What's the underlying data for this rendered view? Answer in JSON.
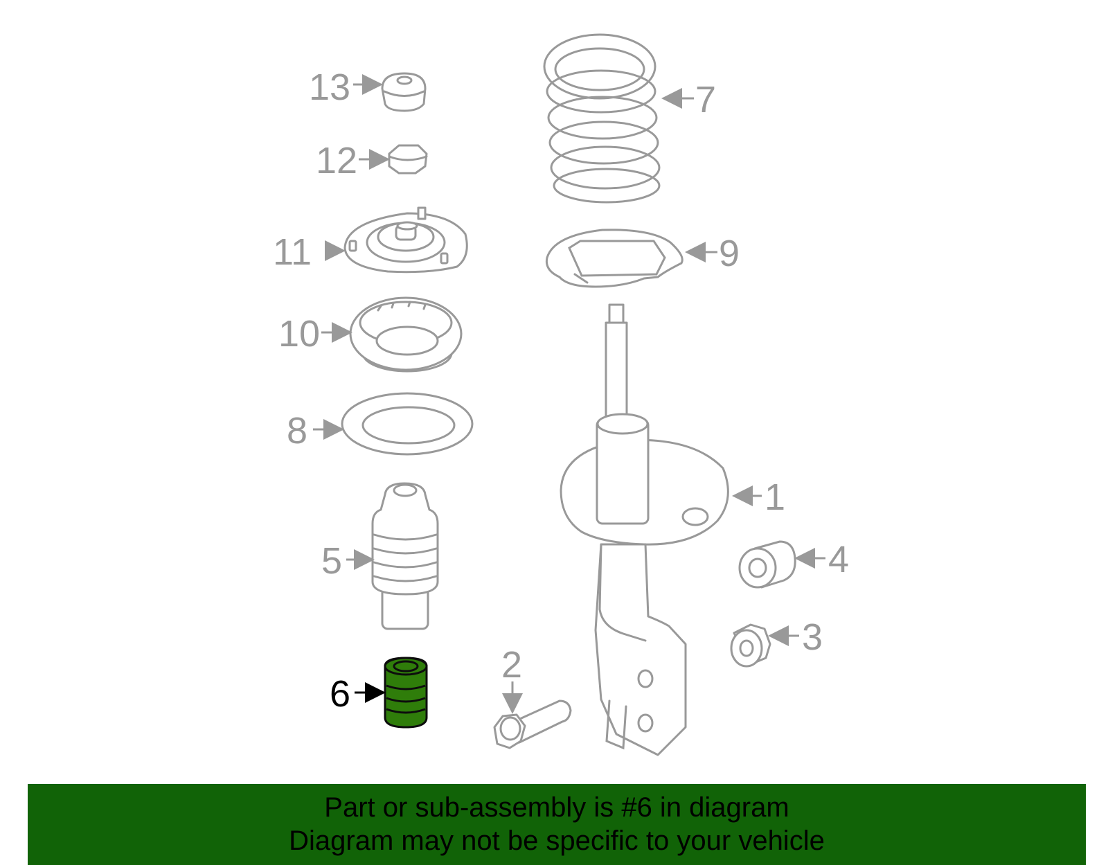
{
  "diagram": {
    "highlighted_part": "6",
    "highlight_color": "#2f7d0a",
    "part_color": "#999999",
    "callouts": [
      {
        "id": "1",
        "label": "1"
      },
      {
        "id": "2",
        "label": "2"
      },
      {
        "id": "3",
        "label": "3"
      },
      {
        "id": "4",
        "label": "4"
      },
      {
        "id": "5",
        "label": "5"
      },
      {
        "id": "6",
        "label": "6"
      },
      {
        "id": "7",
        "label": "7"
      },
      {
        "id": "8",
        "label": "8"
      },
      {
        "id": "9",
        "label": "9"
      },
      {
        "id": "10",
        "label": "10"
      },
      {
        "id": "11",
        "label": "11"
      },
      {
        "id": "12",
        "label": "12"
      },
      {
        "id": "13",
        "label": "13"
      }
    ]
  },
  "banner": {
    "line1": "Part or sub-assembly is #6 in diagram",
    "line2": "Diagram may not be specific to your vehicle",
    "background": "#116307"
  }
}
